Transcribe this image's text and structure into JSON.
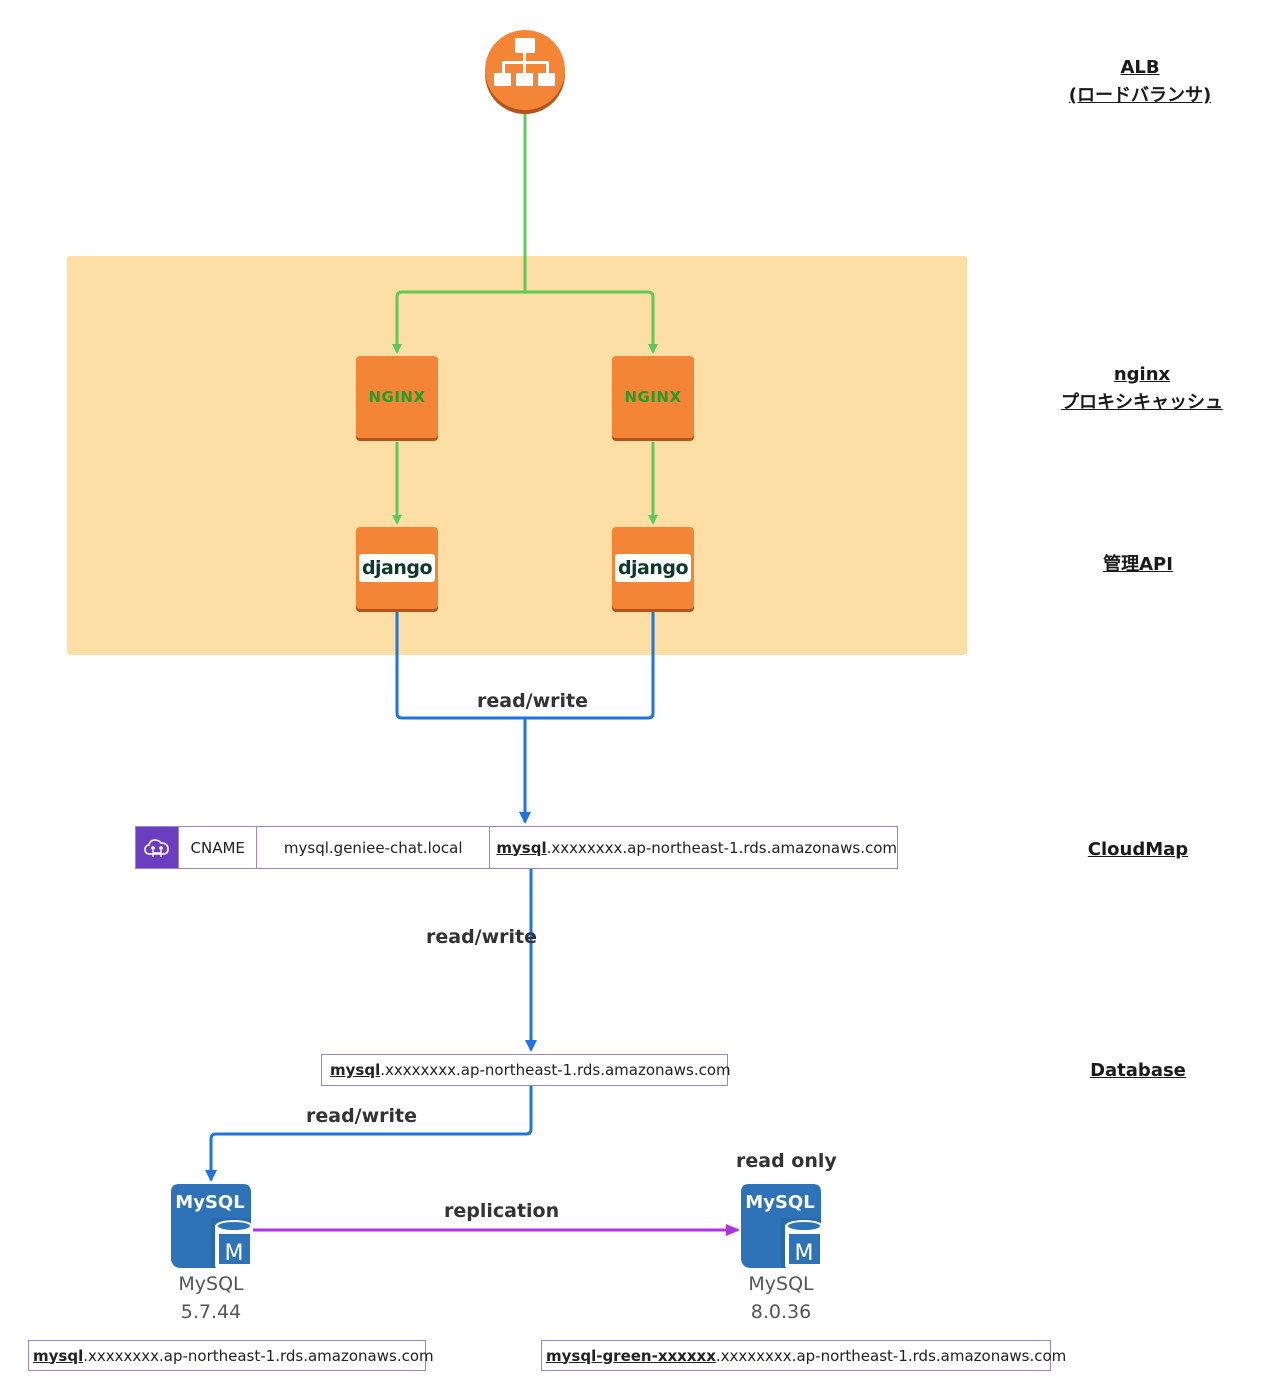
{
  "colors": {
    "alb": "#f58536",
    "panel": "#fddfa6",
    "tile": "#f58536",
    "green_flow": "#5fc95b",
    "blue_flow": "#1f74e0",
    "replication_flow": "#b431e3",
    "cloudmap_icon": "#6b3ec0",
    "mysql_icon": "#2e73b8"
  },
  "tiers": {
    "alb": "ALB\n(ロードバランサ)",
    "nginx": "nginx\nプロキシキャッシュ",
    "api": "管理API",
    "cloudmap": "CloudMap",
    "database": "Database"
  },
  "nodes": {
    "alb_icon": "load-balancer-icon",
    "nginx_left": "NGINX",
    "nginx_right": "NGINX",
    "django_left": "django",
    "django_right": "django"
  },
  "edges": {
    "api_to_cloudmap": "read/write",
    "cloudmap_to_db": "read/write",
    "db_to_mysql": "read/write",
    "replication": "replication"
  },
  "cloudmap": {
    "record_type": "CNAME",
    "name": "mysql.geniee-chat.local",
    "target_prefix": "mysql",
    "target_suffix": ".xxxxxxxx.ap-northeast-1.rds.amazonaws.com"
  },
  "database_endpoint": {
    "prefix": "mysql",
    "suffix": ".xxxxxxxx.ap-northeast-1.rds.amazonaws.com"
  },
  "mysql_blue": {
    "logo": "MySQL",
    "badge": "M",
    "name": "MySQL",
    "version": "5.7.44",
    "endpoint_prefix": "mysql",
    "endpoint_suffix": ".xxxxxxxx.ap-northeast-1.rds.amazonaws.com"
  },
  "mysql_green": {
    "logo": "MySQL",
    "badge": "M",
    "mode": "read only",
    "name": "MySQL",
    "version": "8.0.36",
    "endpoint_prefix": "mysql-green-xxxxxx",
    "endpoint_suffix": ".xxxxxxxx.ap-northeast-1.rds.amazonaws.com"
  }
}
